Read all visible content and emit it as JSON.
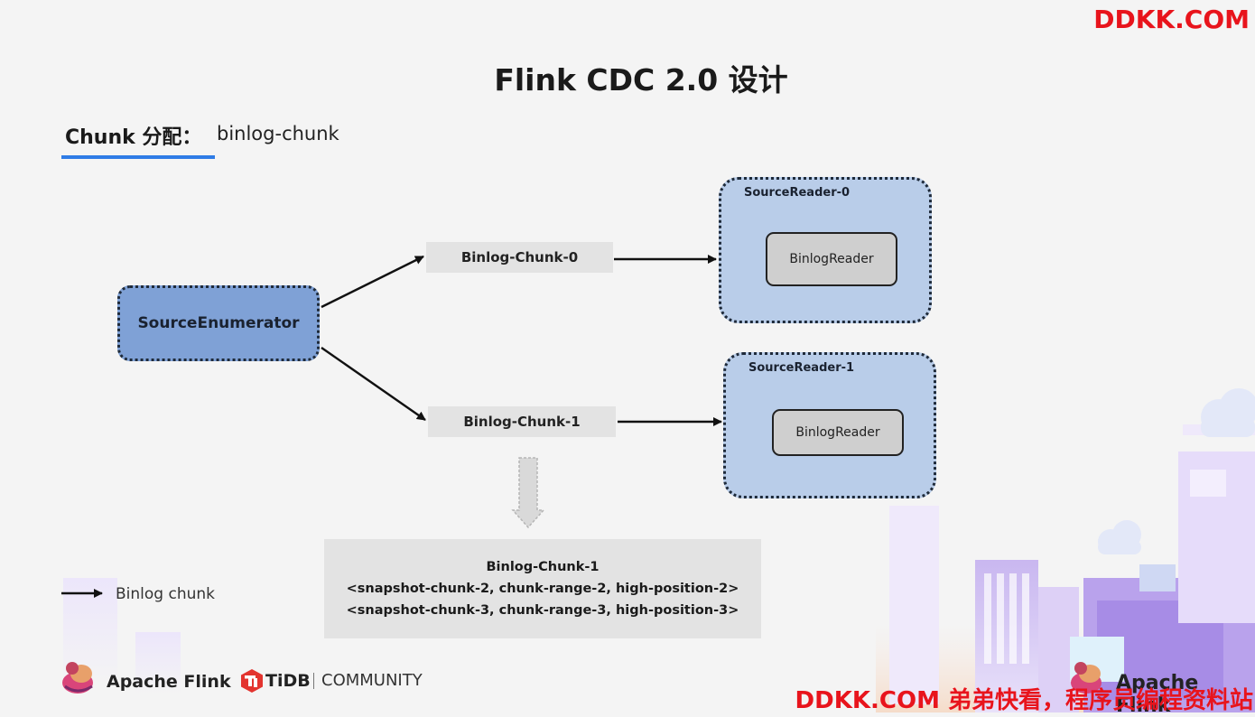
{
  "watermark_top": "DDKK.COM",
  "watermark_bottom": "DDKK.COM 弟弟快看，程序员编程资料站",
  "title": "Flink CDC 2.0 设计",
  "subtitle": {
    "strong": "Chunk 分配：",
    "rest": "binlog-chunk"
  },
  "nodes": {
    "enumerator": "SourceEnumerator",
    "chunk0": "Binlog-Chunk-0",
    "chunk1": "Binlog-Chunk-1",
    "reader0": {
      "label": "SourceReader-0",
      "inner": "BinlogReader"
    },
    "reader1": {
      "label": "SourceReader-1",
      "inner": "BinlogReader"
    }
  },
  "detail": {
    "title": "Binlog-Chunk-1",
    "lines": [
      "<snapshot-chunk-2, chunk-range-2, high-position-2>",
      "<snapshot-chunk-3, chunk-range-3, high-position-3>"
    ]
  },
  "legend": {
    "label": "Binlog chunk"
  },
  "logos": {
    "flink_left": "Apache Flink",
    "tidb": "TiDB",
    "community": "COMMUNITY",
    "flink_right": "Apache Flink"
  },
  "colors": {
    "enumerator_fill": "#7fa1d6",
    "reader_fill": "#b9cde9",
    "inner_fill": "#cfcfcf",
    "chunk_fill": "#e3e3e3",
    "accent_underline": "#2f7ce6",
    "watermark": "#e8141c"
  }
}
